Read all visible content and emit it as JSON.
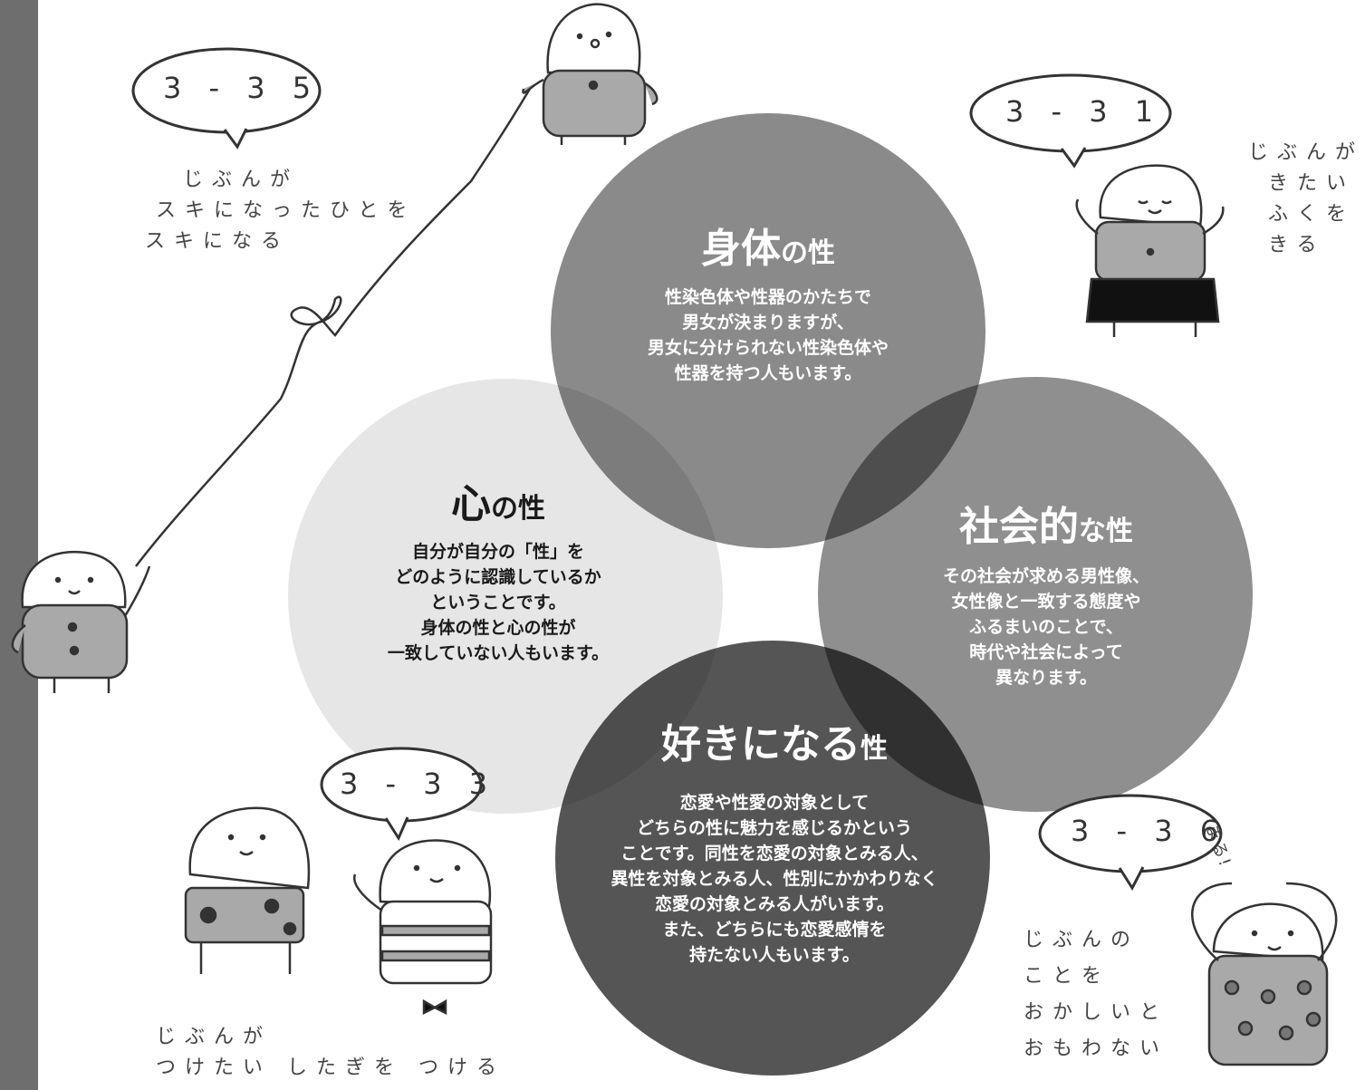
{
  "circles": {
    "body": {
      "title_main": "身体",
      "title_suffix": "の性",
      "lines": [
        "性染色体や性器のかたちで",
        "男女が決まりますが、",
        "男女に分けられない性染色体や",
        "性器を持つ人もいます。"
      ],
      "color": "#8a8a8a"
    },
    "mind": {
      "title_main": "心",
      "title_suffix": "の性",
      "lines": [
        "自分が自分の「性」を",
        "どのように認識しているか",
        "ということです。",
        "身体の性と心の性が",
        "一致していない人もいます。"
      ],
      "color": "#e6e6e6"
    },
    "social": {
      "title_main": "社会的",
      "title_suffix": "な性",
      "lines": [
        "その社会が求める男性像、",
        "女性像と一致する態度や",
        "ふるまいのことで、",
        "時代や社会によって",
        "異なります。"
      ],
      "color": "#8f8f8f"
    },
    "love": {
      "title_main": "好きになる",
      "title_suffix": "性",
      "lines": [
        "恋愛や性愛の対象として",
        "どちらの性に魅力を感じるかという",
        "ことです。同性を恋愛の対象とみる人、",
        "異性を対象とみる人、性別にかかわりなく",
        "恋愛の対象とみる人がいます。",
        "また、どちらにも恋愛感情を",
        "持たない人もいます。"
      ],
      "color": "#555555"
    }
  },
  "bubbles": {
    "b35": "3 - 3 5",
    "b31": "3 - 3 1",
    "b33": "3 - 3 3",
    "b36": "3 - 3 6"
  },
  "captions": {
    "c35": [
      "じぶんが",
      "スキになったひとを",
      "スキになる"
    ],
    "c31": [
      "じぶんが",
      "きたい",
      "",
      "ふくを",
      "きる"
    ],
    "c33": [
      "じぶんが",
      "つけたい したぎを つける"
    ],
    "c36": [
      "じぶんの",
      "ことを",
      "おかしいと",
      "おもわない"
    ],
    "exclaim": "まる!"
  },
  "colors": {
    "sidebar": "#6e6e6e",
    "character_fill": "#a9a9a9"
  }
}
